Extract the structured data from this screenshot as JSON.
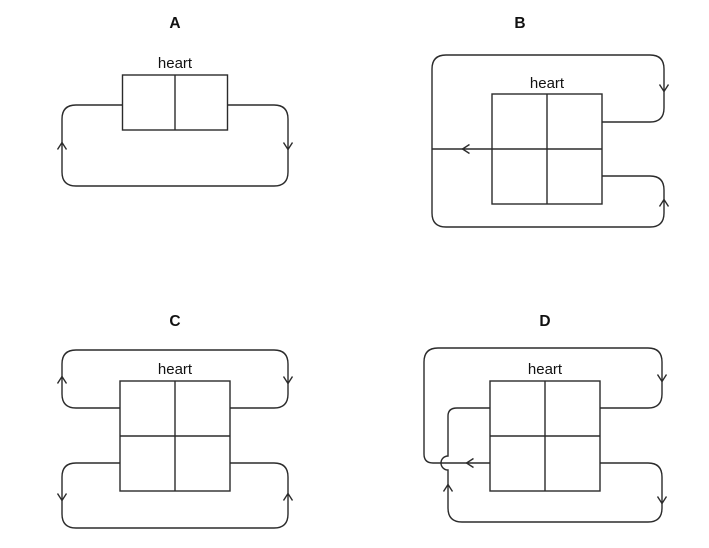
{
  "figure": {
    "type": "diagram",
    "subject": "heart circulation patterns",
    "panel_count": 4
  },
  "colors": {
    "line": "#2b2b2b",
    "text": "#111111",
    "background": "#ffffff"
  },
  "panels": [
    {
      "label": "A",
      "organ_label": "heart",
      "heart_chambers": 2,
      "loops": 1,
      "arrows": [
        "down on right side of loop",
        "up on left side of loop"
      ]
    },
    {
      "label": "B",
      "organ_label": "heart",
      "heart_chambers": 4,
      "loops": 1,
      "arrows": [
        "down on upper-right segment",
        "left on middle-left segment",
        "up on lower-right segment"
      ]
    },
    {
      "label": "C",
      "organ_label": "heart",
      "heart_chambers": 4,
      "loops": 2,
      "arrows": [
        "up on top-loop left",
        "down on top-loop right",
        "down on bottom-loop left",
        "up on bottom-loop right"
      ]
    },
    {
      "label": "D",
      "organ_label": "heart",
      "heart_chambers": 4,
      "loops": 2,
      "crossover": true,
      "arrows": [
        "left on middle-left segment",
        "down on top-loop right",
        "up on crossing line at left",
        "down on bottom-loop right"
      ]
    }
  ]
}
